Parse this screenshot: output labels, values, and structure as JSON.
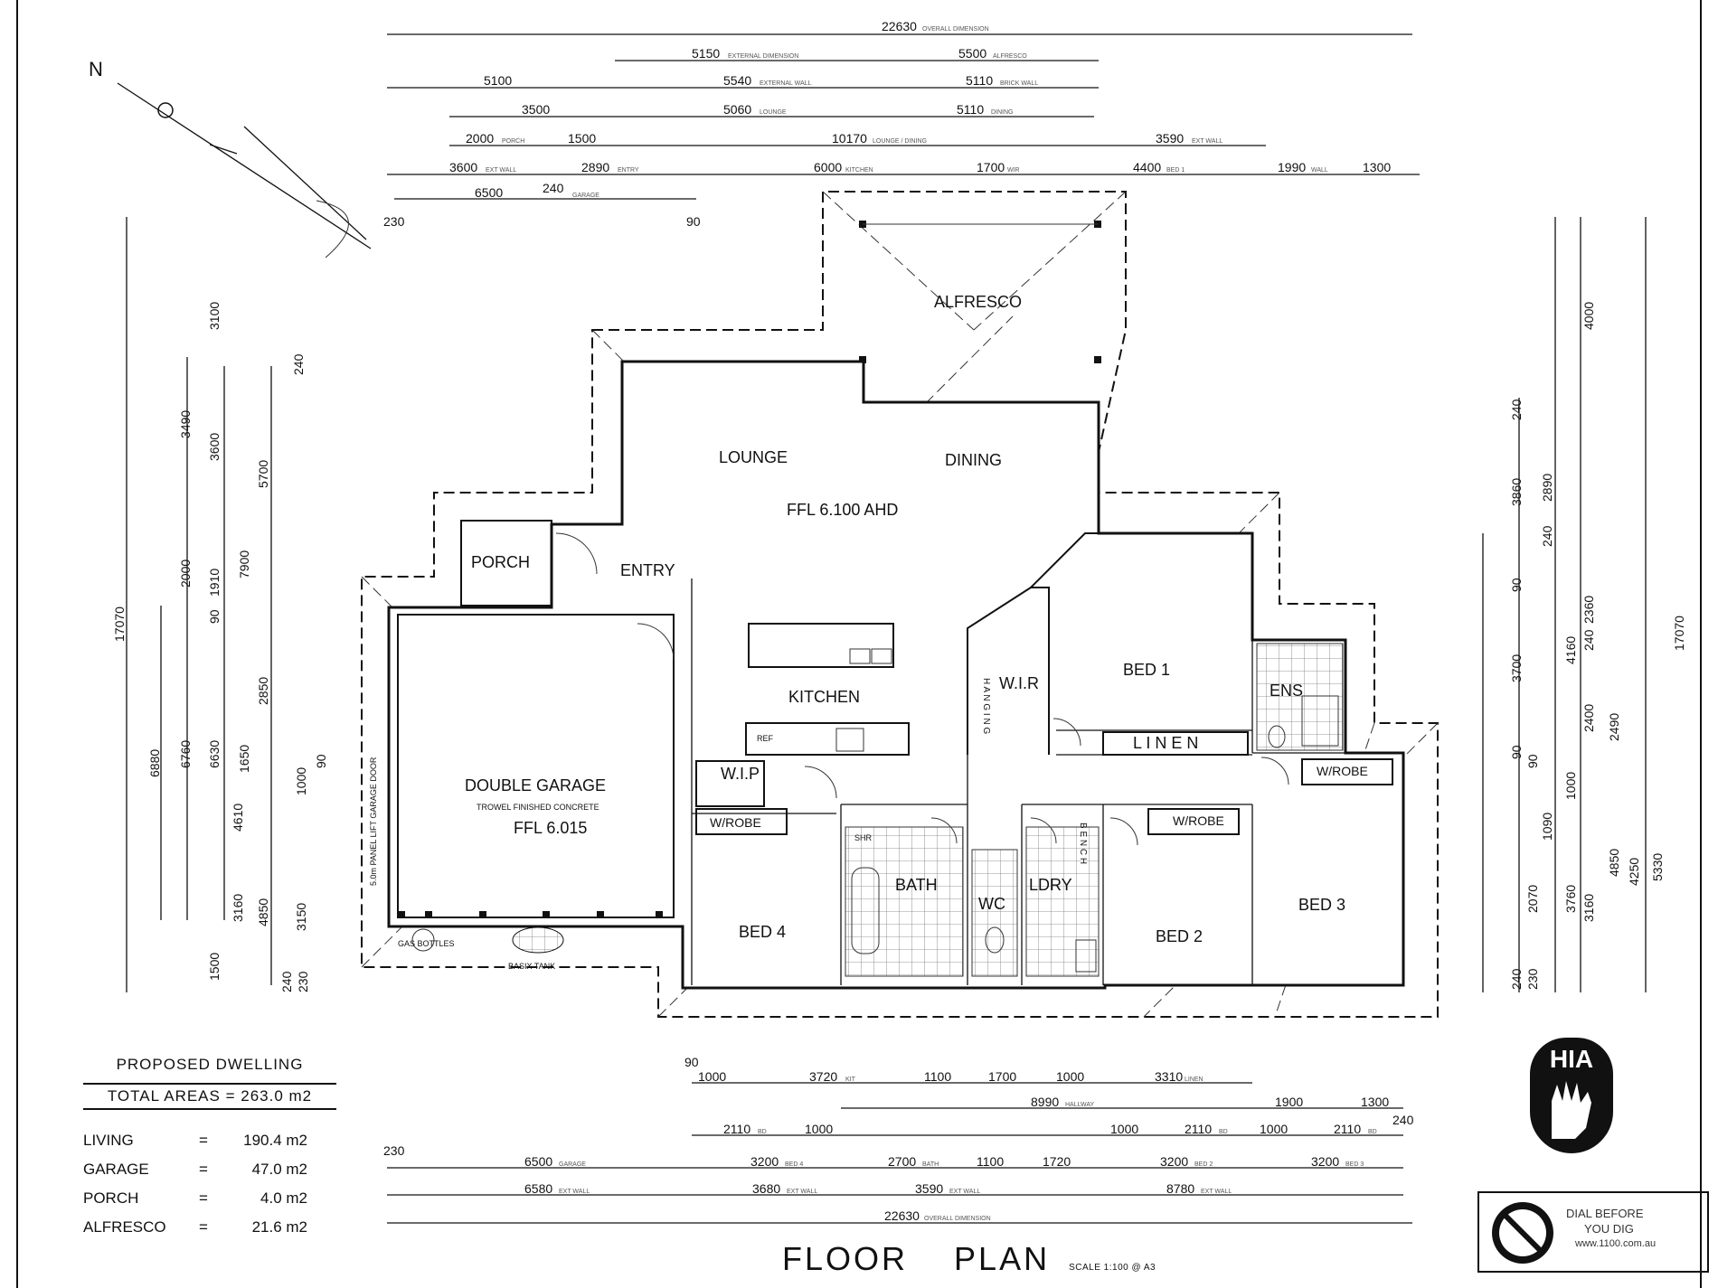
{
  "north_label": "N",
  "title": "FLOOR",
  "title_word2": "PLAN",
  "scale": "SCALE 1:100 @ A3",
  "rooms": {
    "alfresco": "ALFRESCO",
    "lounge": "LOUNGE",
    "dining": "DINING",
    "ffl_main": "FFL 6.100 AHD",
    "porch": "PORCH",
    "entry": "ENTRY",
    "kitchen": "KITCHEN",
    "double_garage": "DOUBLE  GARAGE",
    "ffl_garage": "FFL 6.015",
    "garage_note": "TROWEL FINISHED CONCRETE",
    "garage_door": "5.0m PANEL LIFT GARAGE DOOR",
    "wip": "W.I.P",
    "wir": "W.I.R",
    "bed1": "BED 1",
    "ens": "ENS",
    "linen": "L I N E N",
    "bed4": "BED 4",
    "bed2": "BED 2",
    "bed3": "BED 3",
    "bath": "BATH",
    "wc": "WC",
    "ldry": "LDRY",
    "bench": "B E N C H",
    "hanging": "H A N G I N G",
    "wrobe_1": "W/ROBE",
    "wrobe_2": "W/ROBE",
    "wrobe_3": "W/ROBE",
    "gas_bottles": "GAS BOTTLES",
    "basix_tank": "BASIX TANK",
    "shr": "SHR",
    "ref": "REF"
  },
  "dims_top": [
    {
      "v": "22630",
      "n": "OVERALL DIMENSION"
    },
    {
      "v": "5150",
      "n": "EXTERNAL DIMENSION"
    },
    {
      "v": "5500",
      "n": "ALFRESCO"
    },
    {
      "v": "5100",
      "n": ""
    },
    {
      "v": "5540",
      "n": "EXTERNAL WALL"
    },
    {
      "v": "5110",
      "n": "BRICK WALL"
    },
    {
      "v": "3500",
      "n": ""
    },
    {
      "v": "5060",
      "n": "LOUNGE"
    },
    {
      "v": "5110",
      "n": "DINING"
    },
    {
      "v": "2000",
      "n": "PORCH"
    },
    {
      "v": "1500",
      "n": ""
    },
    {
      "v": "10170",
      "n": "LOUNGE / DINING"
    },
    {
      "v": "3590",
      "n": "EXT WALL"
    },
    {
      "v": "3600",
      "n": "EXT WALL"
    },
    {
      "v": "2890",
      "n": "ENTRY"
    },
    {
      "v": "6000",
      "n": "KITCHEN"
    },
    {
      "v": "1700",
      "n": "WIR"
    },
    {
      "v": "4400",
      "n": "BED 1"
    },
    {
      "v": "1990",
      "n": "WALL"
    },
    {
      "v": "1300",
      "n": ""
    },
    {
      "v": "6500",
      "n": "GARAGE"
    },
    {
      "v": "240",
      "n": ""
    },
    {
      "v": "90",
      "n": ""
    },
    {
      "v": "230",
      "n": ""
    }
  ],
  "dims_bottom": [
    {
      "v": "1000",
      "n": ""
    },
    {
      "v": "3720",
      "n": "KIT"
    },
    {
      "v": "1100",
      "n": ""
    },
    {
      "v": "1700",
      "n": ""
    },
    {
      "v": "1000",
      "n": ""
    },
    {
      "v": "3310",
      "n": "LINEN"
    },
    {
      "v": "8990",
      "n": "HALLWAY"
    },
    {
      "v": "1900",
      "n": ""
    },
    {
      "v": "1300",
      "n": ""
    },
    {
      "v": "2110",
      "n": "BD"
    },
    {
      "v": "1000",
      "n": ""
    },
    {
      "v": "1000",
      "n": ""
    },
    {
      "v": "2110",
      "n": "BD"
    },
    {
      "v": "1000",
      "n": ""
    },
    {
      "v": "2110",
      "n": "BD"
    },
    {
      "v": "6500",
      "n": "GARAGE"
    },
    {
      "v": "3200",
      "n": "BED 4"
    },
    {
      "v": "2700",
      "n": "BATH"
    },
    {
      "v": "1100",
      "n": ""
    },
    {
      "v": "1720",
      "n": ""
    },
    {
      "v": "3200",
      "n": "BED 2"
    },
    {
      "v": "3200",
      "n": "BED 3"
    },
    {
      "v": "6580",
      "n": "EXT WALL"
    },
    {
      "v": "3680",
      "n": "EXT WALL"
    },
    {
      "v": "3590",
      "n": "EXT WALL"
    },
    {
      "v": "8780",
      "n": "EXT WALL"
    },
    {
      "v": "22630",
      "n": "OVERALL DIMENSION"
    },
    {
      "v": "230",
      "n": ""
    },
    {
      "v": "240",
      "n": ""
    },
    {
      "v": "90",
      "n": ""
    }
  ],
  "dims_left": [
    "17070",
    "3100",
    "240",
    "3490",
    "3600",
    "5700",
    "2000",
    "1910",
    "7900",
    "90",
    "2850",
    "6880",
    "6760",
    "6630",
    "1650",
    "1000",
    "4610",
    "4850",
    "3160",
    "3150",
    "1500",
    "240",
    "230",
    "90"
  ],
  "dims_right": [
    "17070",
    "4000",
    "240",
    "3860",
    "2890",
    "240",
    "90",
    "2360",
    "4160",
    "3700",
    "240",
    "2400",
    "2490",
    "90",
    "1000",
    "2070",
    "1090",
    "3760",
    "3160",
    "4850",
    "4250",
    "5330",
    "240",
    "230",
    "90"
  ],
  "areas": {
    "heading": "PROPOSED  DWELLING",
    "total": "TOTAL AREAS = 263.0 m2",
    "rows": [
      {
        "name": "LIVING",
        "eq": "=",
        "val": "190.4 m2"
      },
      {
        "name": "GARAGE",
        "eq": "=",
        "val": "47.0 m2"
      },
      {
        "name": "PORCH",
        "eq": "=",
        "val": "4.0 m2"
      },
      {
        "name": "ALFRESCO",
        "eq": "=",
        "val": "21.6 m2"
      }
    ]
  },
  "logo_hia": "HIA",
  "dbyd": {
    "line1": "DIAL BEFORE",
    "line2": "YOU DIG",
    "line3": "www.1100.com.au"
  }
}
